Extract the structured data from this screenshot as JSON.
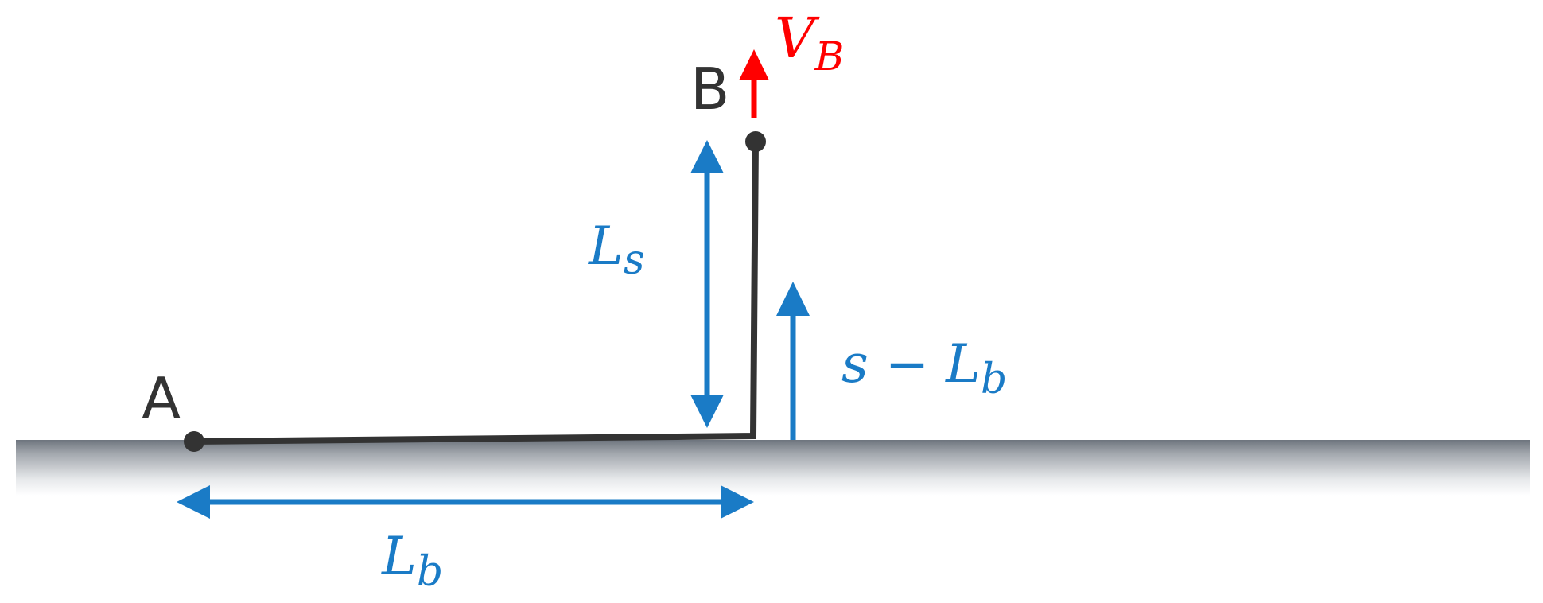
{
  "points": {
    "a": "A",
    "b": "B"
  },
  "velocity": {
    "symbol": "V",
    "subscript": "B"
  },
  "dimensions": {
    "stand_length": {
      "symbol": "L",
      "subscript": "s"
    },
    "base_length": {
      "symbol": "L",
      "subscript": "b"
    },
    "offset": {
      "lead": "s − ",
      "symbol": "L",
      "subscript": "b"
    }
  },
  "colors": {
    "rope": "#333333",
    "dimension": "#1a7bc6",
    "velocity": "#ff0000",
    "ground_top": "#707780",
    "ground_bottom": "#ffffff"
  }
}
